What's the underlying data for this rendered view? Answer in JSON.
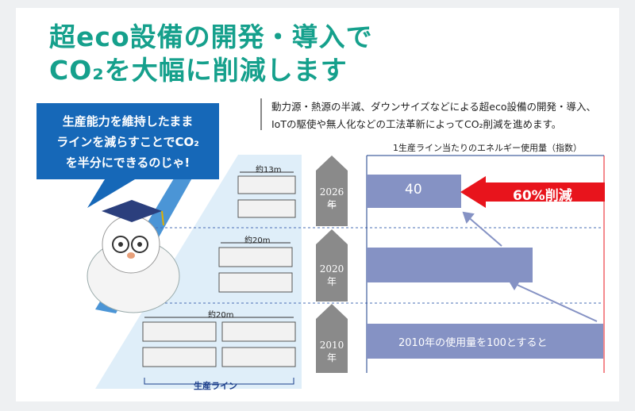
{
  "title": {
    "line1": "超eco設備の開発・導入で",
    "line2": "CO₂を大幅に削減します"
  },
  "description": {
    "line1": "動力源・熱源の半減、ダウンサイズなどによる超eco設備の開発・導入、",
    "line2": "IoTの駆使や無人化などの工法革新によってCO₂削減を進めます。"
  },
  "bubble": {
    "line1": "生産能力を維持したまま",
    "line2": "ラインを減らすことでCO₂",
    "line3": "を半分にできるのじゃ!"
  },
  "line_lengths": {
    "row2026": "約13m",
    "row2020": "約20m",
    "row2010": "約20m"
  },
  "production_line_label": "生産ライン",
  "years": {
    "y2026": "2026年",
    "y2026_sub": "～",
    "y2020": "2020年",
    "y2010": "2010年"
  },
  "chart_data": {
    "type": "bar",
    "title": "1生産ライン当たりのエネルギー使用量（指数）",
    "categories": [
      "2026年～",
      "2020年",
      "2010年"
    ],
    "values": [
      40,
      70,
      100
    ],
    "data_labels": [
      "40",
      "",
      "2010年の使用量を100とすると"
    ],
    "annotation": "60%削減",
    "colors": {
      "bar": "#8592c4",
      "arrow": "#e8141c",
      "accent": "#15a08c",
      "bubble": "#1668b8"
    }
  }
}
